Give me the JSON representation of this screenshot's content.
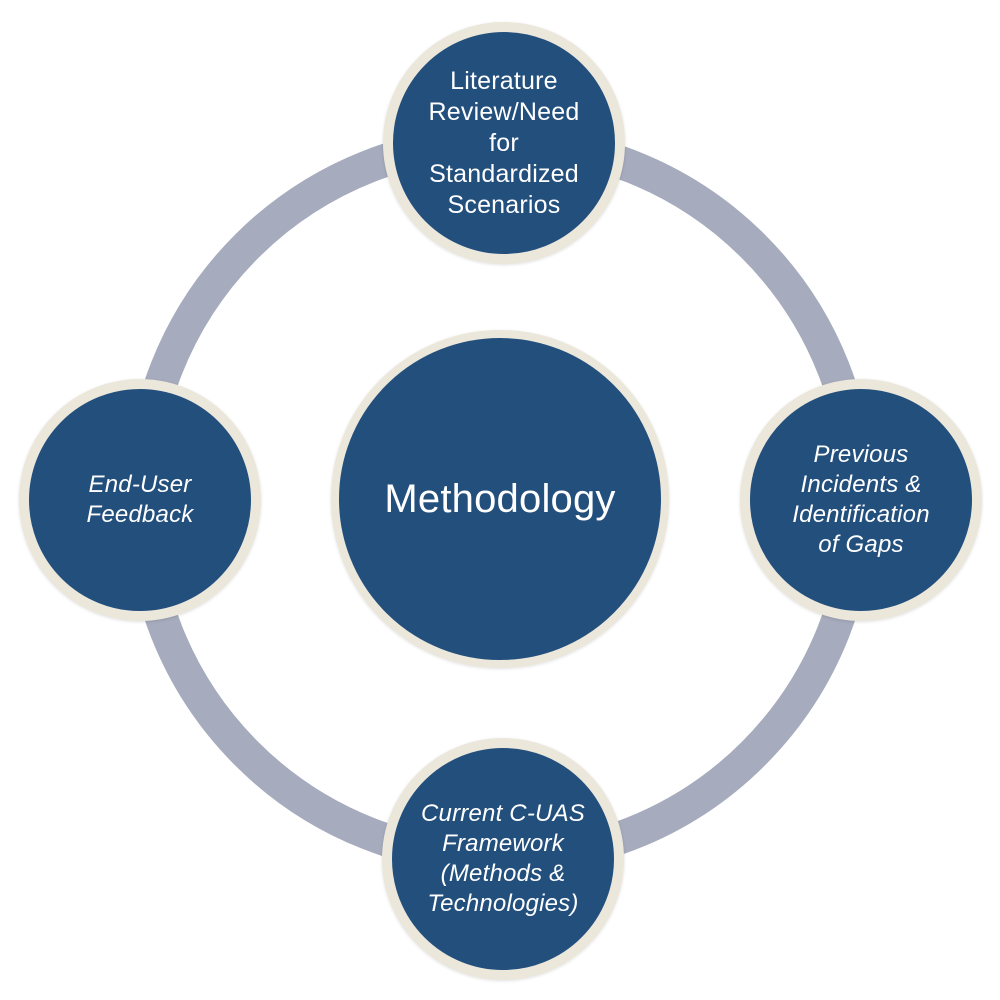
{
  "page": {
    "background": "#FFFFFF"
  },
  "diagram": {
    "type": "cycle-diagram",
    "colors": {
      "node_fill": "#234F7D",
      "node_border": "#EBE7DB",
      "ring": "#A6ABBD",
      "text": "#FFFFFF"
    },
    "center": {
      "label": "Methodology"
    },
    "nodes": [
      {
        "id": "literature-review",
        "position": "top",
        "style": "regular",
        "label": "Literature Review/Need for Standardized Scenarios",
        "lines": [
          "Literature",
          "Review/Need",
          "for",
          "Standardized",
          "Scenarios"
        ]
      },
      {
        "id": "previous-incidents",
        "position": "right",
        "style": "italic",
        "label": "Previous Incidents & Identification of Gaps",
        "lines": [
          "Previous",
          "Incidents &",
          "Identification",
          "of Gaps"
        ]
      },
      {
        "id": "current-cuas-framework",
        "position": "bottom",
        "style": "italic",
        "label": "Current C-UAS Framework (Methods & Technologies)",
        "lines": [
          "Current C-UAS",
          "Framework",
          "(Methods &",
          "Technologies)"
        ]
      },
      {
        "id": "end-user-feedback",
        "position": "left",
        "style": "italic",
        "label": "End-User Feedback",
        "lines": [
          "End-User",
          "Feedback"
        ]
      }
    ]
  }
}
